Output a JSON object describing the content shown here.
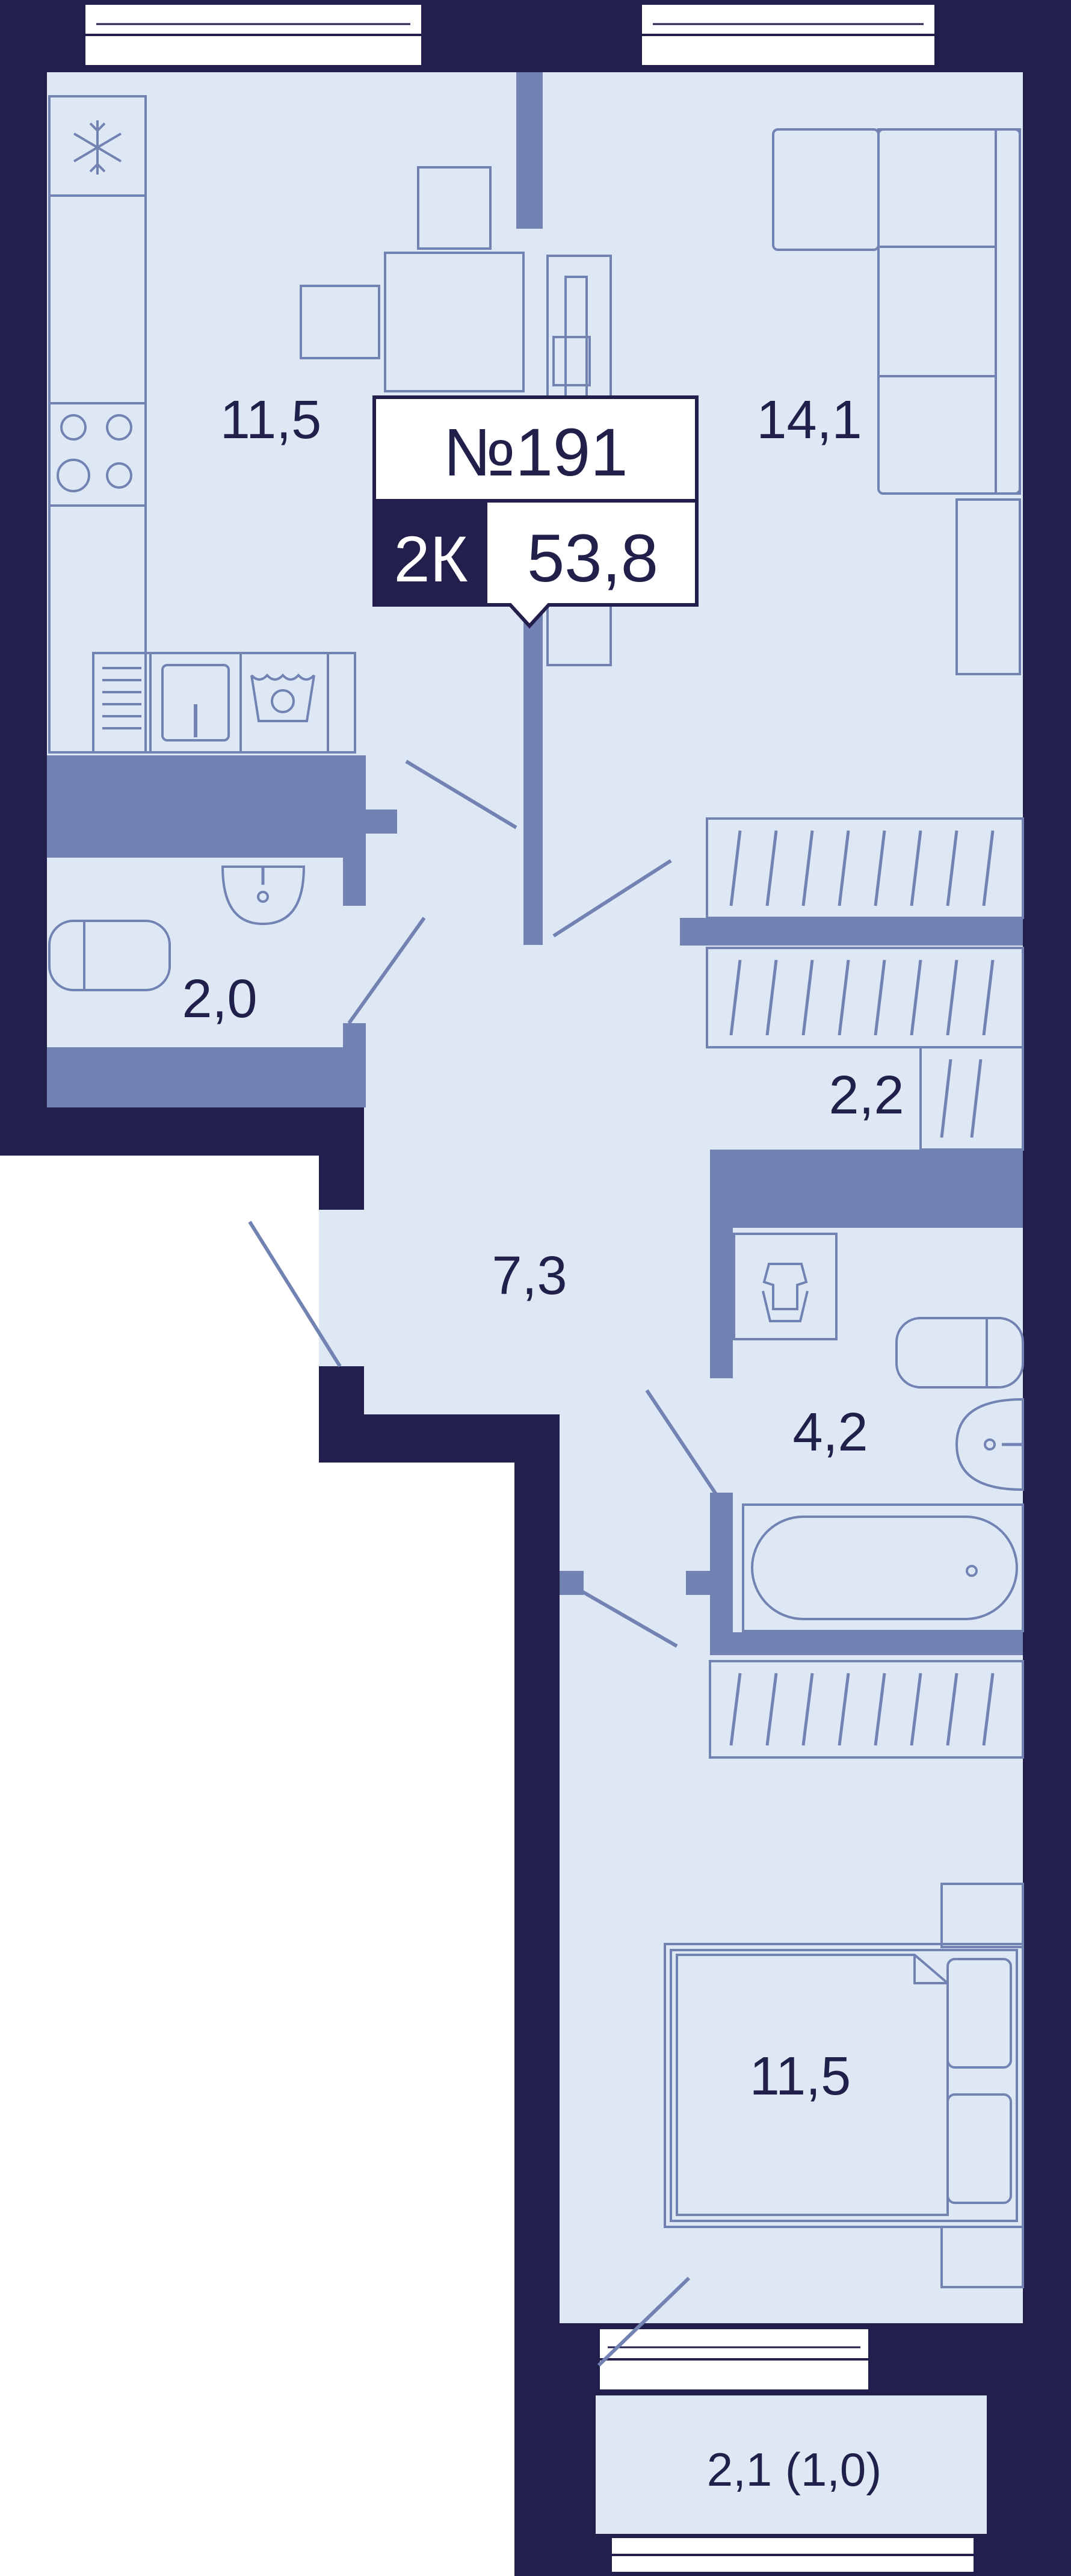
{
  "badge": {
    "apartment_number": "№191",
    "room_type": "2К",
    "total_area": "53,8"
  },
  "rooms": {
    "kitchen": "11,5",
    "living_room": "14,1",
    "wc": "2,0",
    "wardrobe": "2,2",
    "hall": "7,3",
    "bathroom": "4,2",
    "bedroom": "11,5",
    "balcony": "2,1 (1,0)"
  },
  "icons": [
    "snowflake-icon",
    "washing-machine-icon",
    "laundry-basin-icon"
  ],
  "colors": {
    "wall": "#221f4d",
    "floor": "#dde8f4",
    "furniture": "#7282b2",
    "badge_dark": "#221f4d",
    "badge_light": "#ffffff"
  }
}
